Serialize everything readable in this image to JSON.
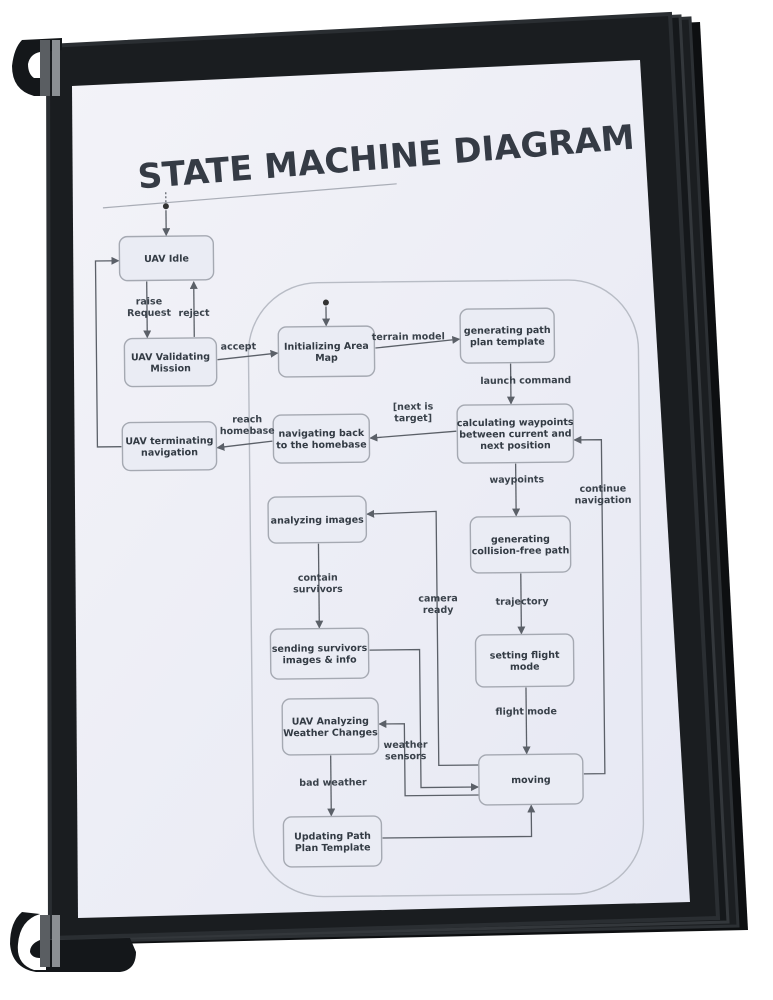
{
  "title": "STATE MACHINE DIAGRAM",
  "colors": {
    "frame": "#16191c",
    "paper": "#e9ebf5",
    "state_fill": "#eaecf4",
    "state_stroke": "#a5a9b2",
    "arrow": "#5b6068",
    "text": "#333b44"
  },
  "states": {
    "uav_idle": [
      "UAV Idle"
    ],
    "uav_validating": [
      "UAV Validating",
      "Mission"
    ],
    "uav_terminating": [
      "UAV terminating",
      "navigation"
    ],
    "initializing_area": [
      "Initializing Area",
      "Map"
    ],
    "generating_plan": [
      "generating path",
      "plan template"
    ],
    "navigating_back": [
      "navigating back",
      "to the homebase"
    ],
    "calculating_waypoints": [
      "calculating waypoints",
      "between current and",
      "next position"
    ],
    "analyzing_images": [
      "analyzing images"
    ],
    "generating_collision_free": [
      "generating",
      "collision-free path"
    ],
    "sending_survivors": [
      "sending survivors",
      "images & info"
    ],
    "setting_flight_mode": [
      "setting flight",
      "mode"
    ],
    "uav_analyzing_weather": [
      "UAV Analyzing",
      "Weather Changes"
    ],
    "moving": [
      "moving"
    ],
    "updating_path_plan": [
      "Updating Path",
      "Plan Template"
    ]
  },
  "transitions": {
    "raise_request": [
      "raise",
      "Request"
    ],
    "reject": [
      "reject"
    ],
    "accept": [
      "accept"
    ],
    "terrain_model": [
      "terrain model"
    ],
    "launch_command": [
      "launch command"
    ],
    "next_is_target": [
      "[next is",
      "target]"
    ],
    "reach_homebase": [
      "reach",
      "homebase"
    ],
    "waypoints": [
      "waypoints"
    ],
    "continue_navigation": [
      "continue",
      "navigation"
    ],
    "contain_survivors": [
      "contain",
      "survivors"
    ],
    "camera_ready": [
      "camera",
      "ready"
    ],
    "trajectory": [
      "trajectory"
    ],
    "flight_mode": [
      "flight mode"
    ],
    "weather_sensors": [
      "weather",
      "sensors"
    ],
    "bad_weather": [
      "bad weather"
    ]
  }
}
